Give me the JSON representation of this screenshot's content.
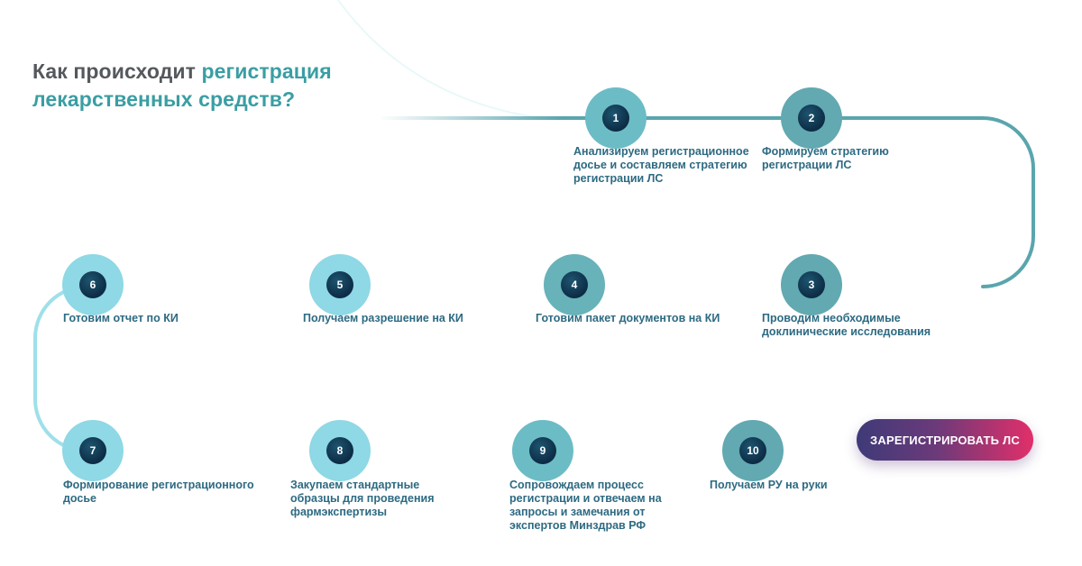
{
  "title": {
    "part1": "Как происходит ",
    "accent": "регистрация",
    "line2": "лекарственных средств?"
  },
  "colors": {
    "title_dark": "#55585c",
    "accent": "#3a9ea3",
    "label": "#2d6a82",
    "track_light": "#95dce7",
    "track_dark": "#5aa5ae",
    "circle_light": "#8fd8e5",
    "circle_mid": "#6cbcc6",
    "circle_dark": "#62a9b1",
    "core": "#0d2c45",
    "cta_start": "#3f3a78",
    "cta_end": "#e22f69"
  },
  "steps": [
    {
      "number": "1",
      "lines": [
        "Анализируем регистрационное",
        "досье и составляем стратегию",
        "регистрации ЛС"
      ]
    },
    {
      "number": "2",
      "lines": [
        "Формируем стратегию",
        "регистрации ЛС"
      ]
    },
    {
      "number": "3",
      "lines": [
        "Проводим необходимые",
        "доклинические исследования"
      ]
    },
    {
      "number": "4",
      "lines": [
        "Готовим пакет документов на КИ"
      ]
    },
    {
      "number": "5",
      "lines": [
        "Получаем разрешение на КИ"
      ]
    },
    {
      "number": "6",
      "lines": [
        "Готовим отчет по КИ"
      ]
    },
    {
      "number": "7",
      "lines": [
        "Формирование регистрационного",
        "досье"
      ]
    },
    {
      "number": "8",
      "lines": [
        "Закупаем стандартные",
        "образцы для проведения",
        "фармэкспертизы"
      ]
    },
    {
      "number": "9",
      "lines": [
        "Сопровождаем процесс",
        "регистрации и отвечаем на",
        "запросы и замечания от",
        "экспертов Минздрав РФ"
      ]
    },
    {
      "number": "10",
      "lines": [
        "Получаем РУ на руки"
      ]
    }
  ],
  "cta": {
    "label": "ЗАРЕГИСТРИРОВАТЬ ЛС"
  }
}
